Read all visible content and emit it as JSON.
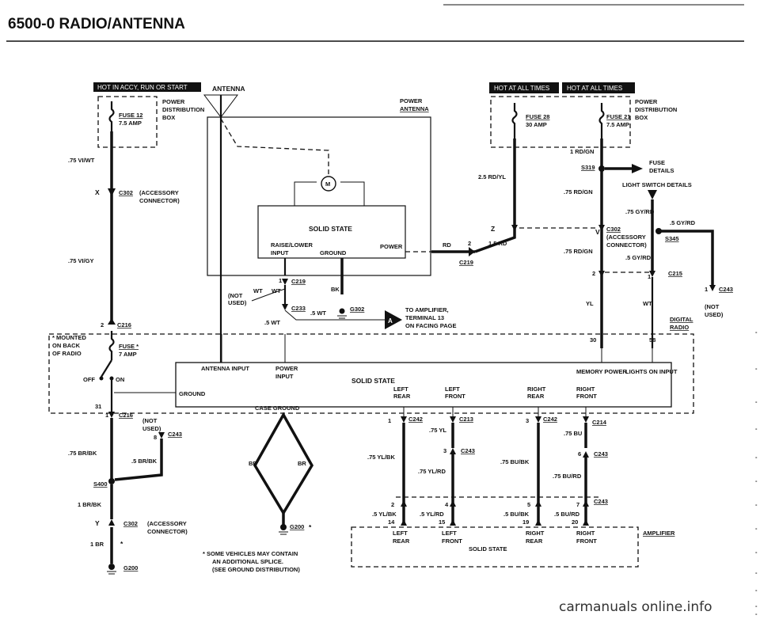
{
  "page": {
    "title": "6500-0  RADIO/ANTENNA",
    "watermark": "carmanuals online.info"
  },
  "badges": {
    "left": "HOT IN ACCY, RUN OR START",
    "mid": "HOT AT ALL TIMES",
    "right": "HOT AT ALL TIMES"
  },
  "left_panel": {
    "fuse": "FUSE 12",
    "fuse_amp": "7.5 AMP",
    "power_dist": [
      "POWER",
      "DISTRIBUTION",
      "BOX"
    ],
    "wire1": ".75 VI/WT",
    "conn_x": "X",
    "c302": "C302",
    "acc_conn": [
      "(ACCESSORY",
      "CONNECTOR)"
    ],
    "wire2": ".75 VI/GY",
    "pin2": "2",
    "c216": "C216",
    "mounted": [
      "* MOUNTED",
      "ON BACK",
      "OF RADIO"
    ],
    "fuse_back": "FUSE *",
    "fuse_back_amp": "7 AMP",
    "off": "OFF",
    "on": "ON",
    "pin31": "31",
    "pin1": "1",
    "c216b": "C216",
    "not_used": [
      "(NOT",
      "USED)"
    ],
    "pin8": "8",
    "c243": "C243",
    "wire3": ".75 BR/BK",
    "wire4": ".5 BR/BK",
    "s400": "S400",
    "wire5": "1 BR/BK",
    "conn_y": "Y",
    "c302b": "C302",
    "acc_conn2": [
      "(ACCESSORY",
      "CONNECTOR)"
    ],
    "wire6": "1 BR",
    "star": "*",
    "g200": "G200"
  },
  "antenna": {
    "label": "ANTENNA",
    "power_antenna": [
      "POWER",
      "ANTENNA"
    ],
    "motor": "M",
    "solid_state": "SOLID STATE",
    "raise_lower": [
      "RAISE/LOWER",
      "INPUT"
    ],
    "ground": "GROUND",
    "power": "POWER",
    "rd": "RD",
    "pin2": "2",
    "wire_rd": "1.5 RD",
    "c219_side": "C219",
    "pin1": "1",
    "c219": "C219",
    "not_used": [
      "(NOT",
      "USED)"
    ],
    "wt1": "WT",
    "wt2": "WT",
    "bk": "BK",
    "c233": "C233",
    "wt_5a": ".5 WT",
    "wt_5b": ".5 WT",
    "g302": "G302",
    "to_amp": [
      "TO AMPLIFIER,",
      "TERMINAL 13",
      "ON FACING PAGE"
    ],
    "arrow_a": "A"
  },
  "right_panel": {
    "fuse": "FUSE 28",
    "fuse_amp": "30 AMP",
    "fuse2": "FUSE 21",
    "fuse2_amp": "7.5 AMP",
    "power_dist": [
      "POWER",
      "DISTRIBUTION",
      "BOX"
    ],
    "wire_1rd": "1 RD/GN",
    "s319": "S319",
    "fuse_details": [
      "FUSE",
      "DETAILS"
    ],
    "light_switch": "LIGHT SWITCH DETAILS",
    "wire_25": "2.5 RD/YL",
    "wire_75a": ".75 RD/GN",
    "wire_75gy": ".75 GY/RD",
    "wire_5gy": ".5 GY/RD",
    "z": "Z",
    "v": "V",
    "c302": "C302",
    "acc_conn": [
      "(ACCESSORY",
      "CONNECTOR)"
    ],
    "s345": "S345",
    "wire_75b": ".75 RD/GN",
    "wire_5gy2": ".5 GY/RD",
    "pin2": "2",
    "pin1": "1",
    "c215": "C215",
    "pin1b": "1",
    "c243": "C243",
    "not_used": [
      "(NOT",
      "USED)"
    ],
    "yl": "YL",
    "wt": "WT",
    "digital_radio": [
      "DIGITAL",
      "RADIO"
    ],
    "pin30": "30",
    "pin58": "58"
  },
  "radio": {
    "antenna_input": "ANTENNA INPUT",
    "power_input": [
      "POWER",
      "INPUT"
    ],
    "solid_state": "SOLID STATE",
    "memory_power": "MEMORY POWER",
    "lights_on": "LIGHTS ON INPUT",
    "ground": "GROUND",
    "case_ground": "CASE GROUND",
    "outputs": [
      [
        "LEFT",
        "REAR"
      ],
      [
        "LEFT",
        "FRONT"
      ],
      [
        "RIGHT",
        "REAR"
      ],
      [
        "RIGHT",
        "FRONT"
      ]
    ]
  },
  "bottom": {
    "br1": "BR",
    "br2": "BR",
    "g200": "G200",
    "star": "*",
    "note": [
      "* SOME VEHICLES MAY CONTAIN",
      "AN ADDITIONAL SPLICE.",
      "(SEE GROUND DISTRIBUTION)"
    ],
    "pin1": "1",
    "c242a": "C242",
    "c213": "C213",
    "pin3": "3",
    "c242b": "C242",
    "c214": "C214",
    "wire_75yl": ".75 YL",
    "wire_75bu": ".75 BU",
    "pin3b": "3",
    "c243a": "C243",
    "pin6": "6",
    "c243b": "C243",
    "wire_75ylbk": ".75 YL/BK",
    "wire_75bubk": ".75 BU/BK",
    "wire_75ylrd": ".75 YL/RD",
    "wire_75burd": ".75 BU/RD",
    "pin2": "2",
    "pin4": "4",
    "pin5": "5",
    "pin7": "7",
    "c243c": "C243",
    "wire_5ylbk": ".5 YL/BK",
    "wire_5ylrd": ".5 YL/RD",
    "wire_5bubk": ".5 BU/BK",
    "wire_5burd": ".5 BU/RD",
    "pin14": "14",
    "pin15": "15",
    "pin19": "19",
    "pin20": "20",
    "amplifier": "AMPLIFIER",
    "amp_outputs": [
      [
        "LEFT",
        "REAR"
      ],
      [
        "LEFT",
        "FRONT"
      ],
      [
        "RIGHT",
        "REAR"
      ],
      [
        "RIGHT",
        "FRONT"
      ]
    ],
    "amp_solid": "SOLID STATE"
  },
  "margin_marks": [
    "-",
    "-",
    "-",
    "-",
    "-",
    "-",
    "-",
    "-",
    "-",
    "-",
    "-",
    "-",
    "-"
  ]
}
